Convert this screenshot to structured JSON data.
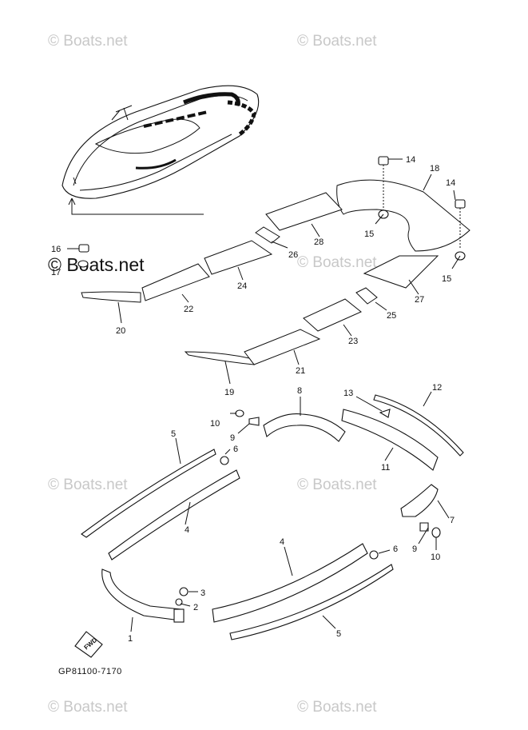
{
  "watermarks": {
    "top_left": "© Boats.net",
    "top_right": "© Boats.net",
    "mid_left": "© Boats.net",
    "mid_right": "© Boats.net",
    "lower_left": "© Boats.net",
    "lower_right": "© Boats.net",
    "bottom_left": "© Boats.net",
    "bottom_right": "© Boats.net"
  },
  "diagram_code": "GP81100-7170",
  "fwd_label": "FWD",
  "callouts": {
    "c1": "1",
    "c2": "2",
    "c3": "3",
    "c4a": "4",
    "c4b": "4",
    "c5a": "5",
    "c5b": "5",
    "c6a": "6",
    "c6b": "6",
    "c7": "7",
    "c8": "8",
    "c9a": "9",
    "c9b": "9",
    "c10a": "10",
    "c10b": "10",
    "c11": "11",
    "c12": "12",
    "c13": "13",
    "c14a": "14",
    "c14b": "14",
    "c15a": "15",
    "c15b": "15",
    "c16": "16",
    "c17": "17",
    "c18": "18",
    "c19": "19",
    "c20": "20",
    "c21": "21",
    "c22": "22",
    "c23": "23",
    "c24": "24",
    "c25": "25",
    "c26": "26",
    "c27": "27",
    "c28": "28"
  }
}
